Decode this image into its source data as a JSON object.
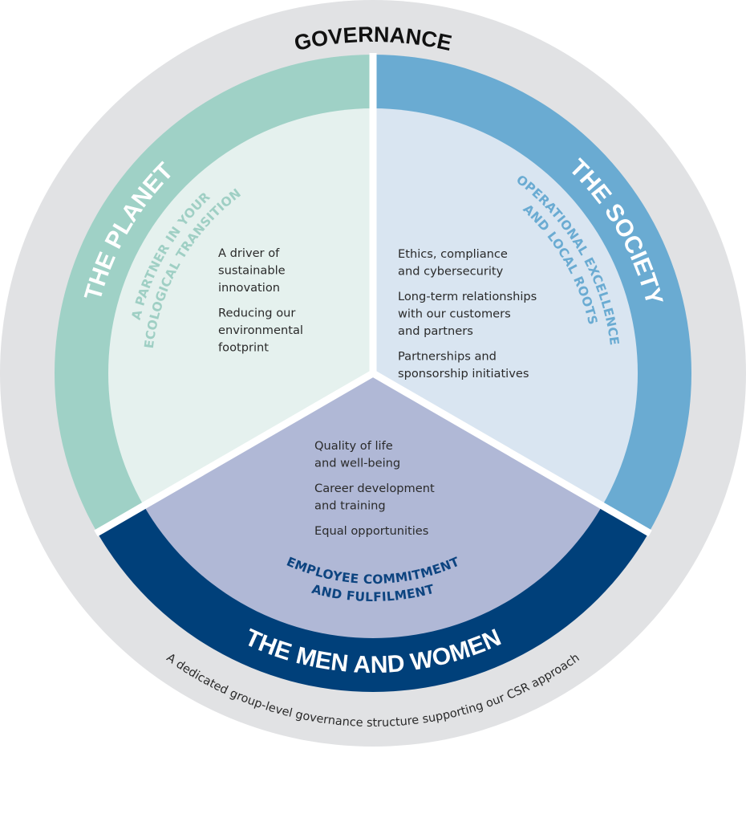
{
  "title": "GOVERNANCE",
  "caption": "A dedicated group-level governance structure supporting our CSR approach",
  "colors": {
    "outer": "#e1e2e4",
    "planet_ring": "#9fd1c6",
    "planet_inner": "#e5f1ee",
    "society_ring": "#6aabd2",
    "society_inner": "#d9e5f1",
    "people_ring": "#00407a",
    "people_inner": "#b0b8d6",
    "people_sub": "#0d4480"
  },
  "sectors": {
    "planet": {
      "name": "THE PLANET",
      "subtitle": [
        "A PARTNER IN YOUR",
        "ECOLOGICAL TRANSITION"
      ],
      "items": [
        [
          "A driver of",
          "sustainable",
          "innovation"
        ],
        [
          "Reducing our",
          "environmental",
          "footprint"
        ]
      ]
    },
    "society": {
      "name": "THE SOCIETY",
      "subtitle": [
        "OPERATIONAL EXCELLENCE",
        "AND LOCAL ROOTS"
      ],
      "items": [
        [
          "Ethics, compliance",
          "and cybersecurity"
        ],
        [
          "Long-term relationships",
          "with our customers",
          "and partners"
        ],
        [
          "Partnerships and",
          "sponsorship initiatives"
        ]
      ]
    },
    "people": {
      "name": "THE MEN AND WOMEN",
      "subtitle": [
        "EMPLOYEE COMMITMENT",
        "AND FULFILMENT"
      ],
      "items": [
        [
          "Quality of life",
          "and well-being"
        ],
        [
          "Career development",
          "and training"
        ],
        [
          "Equal opportunities"
        ]
      ]
    }
  }
}
